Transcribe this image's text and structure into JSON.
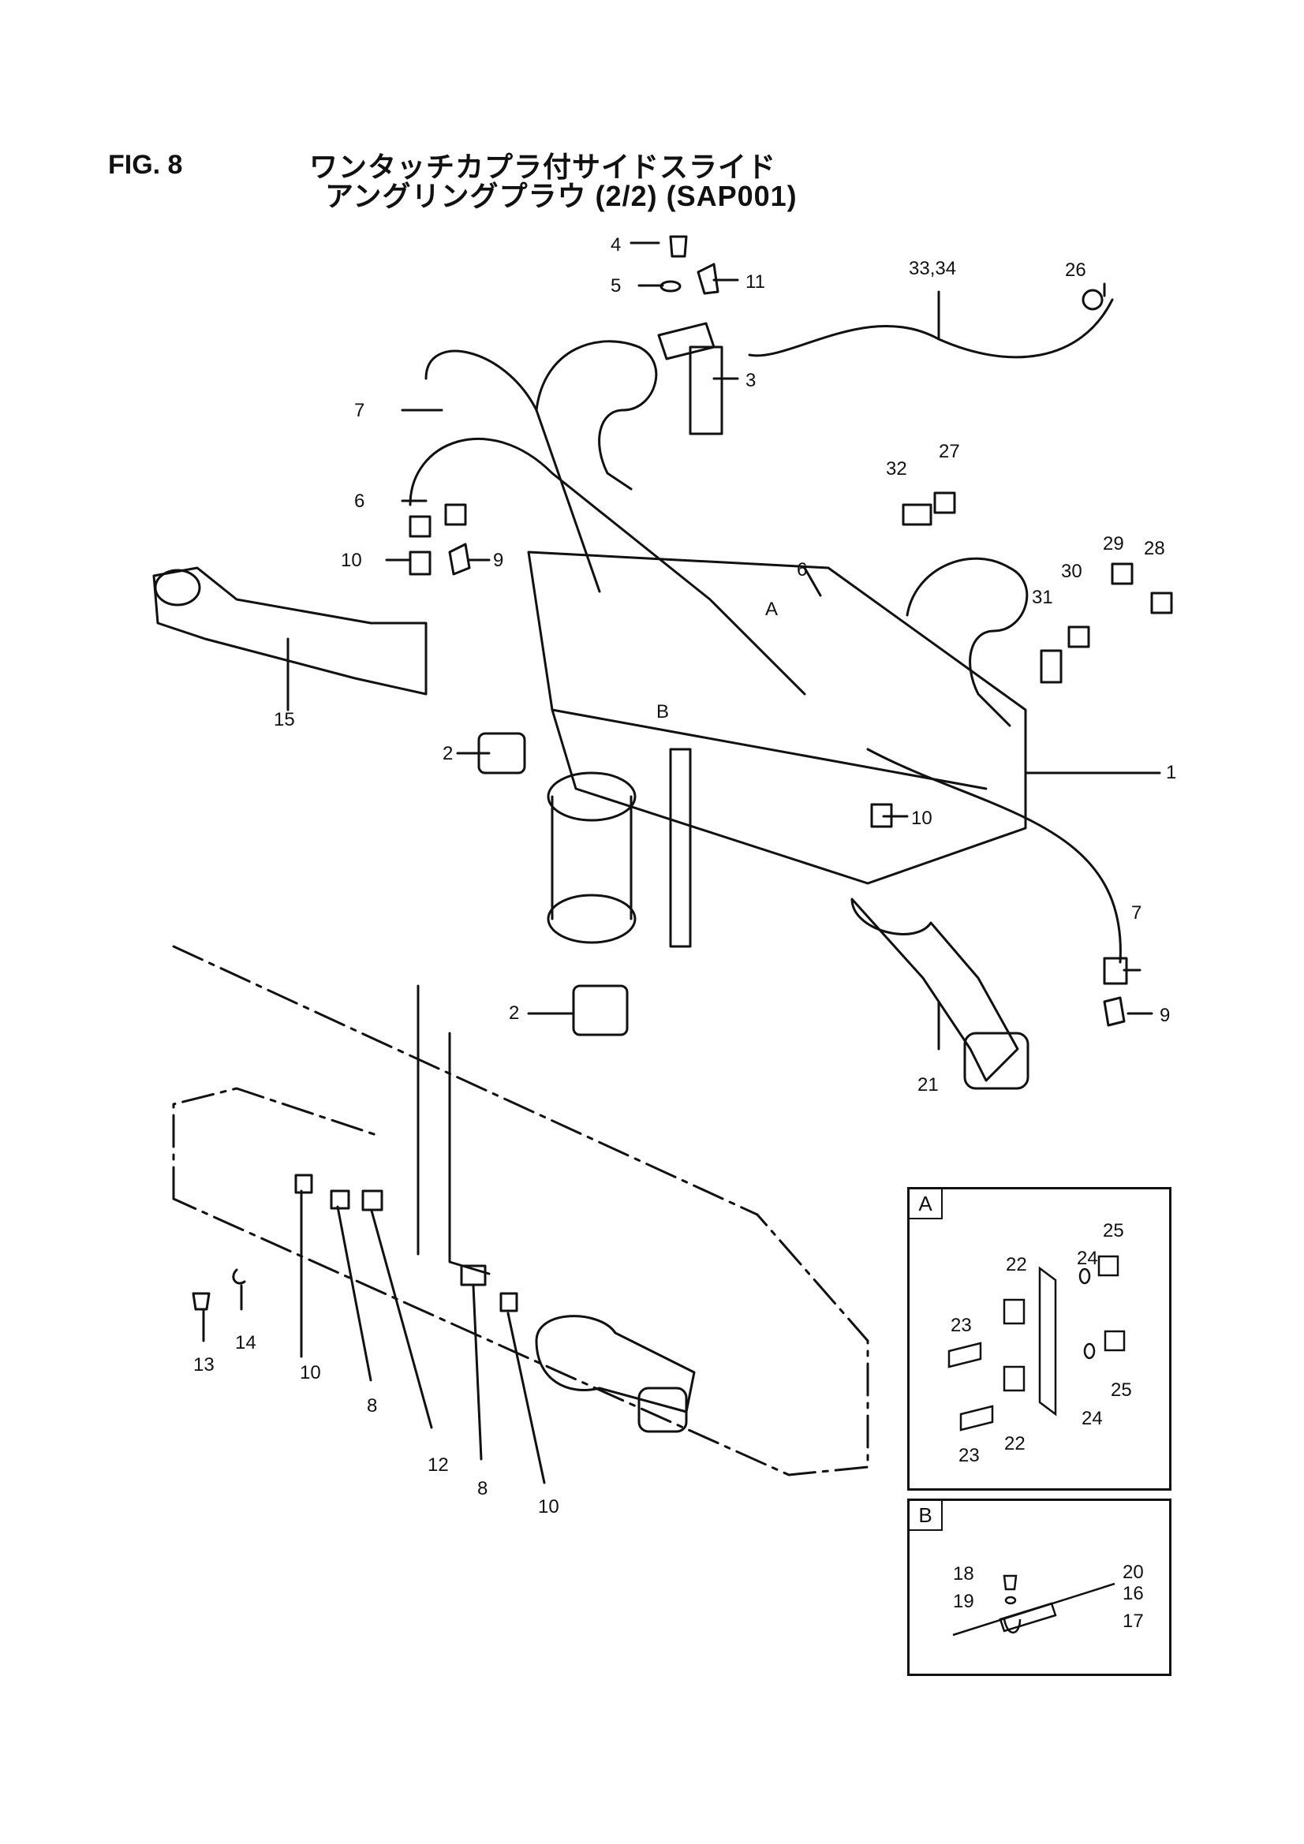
{
  "figure": {
    "label": "FIG. 8",
    "title_line1": "ワンタッチカプラ付サイドスライド",
    "title_line2": "アングリングプラウ (2/2) (SAP001)"
  },
  "callouts": [
    "4",
    "5",
    "11",
    "33,34",
    "26",
    "3",
    "7",
    "6",
    "27",
    "32",
    "29",
    "28",
    "30",
    "31",
    "10",
    "9",
    "6",
    "A",
    "15",
    "B",
    "1",
    "2",
    "10",
    "7",
    "2",
    "9",
    "21",
    "13",
    "14",
    "10",
    "8",
    "12",
    "8",
    "10"
  ],
  "inset_a": {
    "tag": "A",
    "callouts": [
      "22",
      "23",
      "24",
      "25",
      "24",
      "25",
      "22",
      "23"
    ]
  },
  "inset_b": {
    "tag": "B",
    "callouts": [
      "18",
      "20",
      "19",
      "16",
      "17"
    ]
  }
}
